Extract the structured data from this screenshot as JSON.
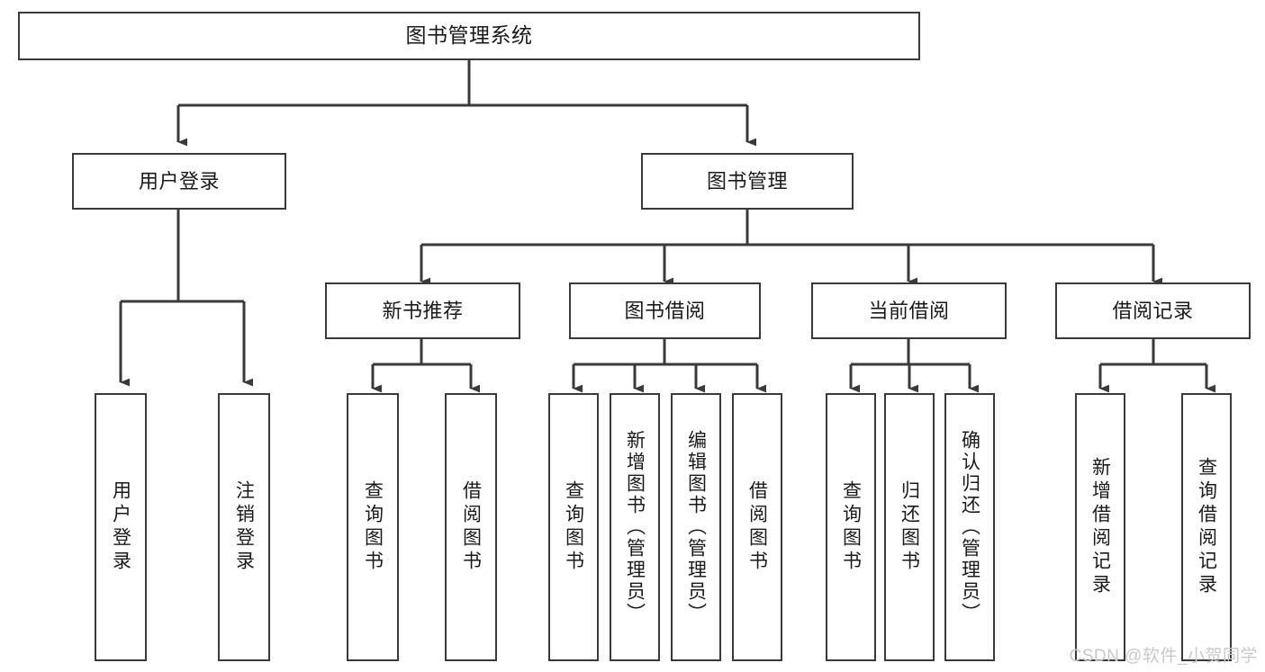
{
  "diagram": {
    "title": "图书管理系统",
    "type": "tree",
    "orientation": "top-down",
    "colors": {
      "box_border": "#3a3a3a",
      "box_fill": "#ffffff",
      "connector": "#3a3a3a",
      "text": "#1a1a1a",
      "watermark": "#c9c9c9",
      "background": "#ffffff"
    },
    "nodes": {
      "root": {
        "label": "图书管理系统"
      },
      "level2": [
        {
          "label": "用户登录"
        },
        {
          "label": "图书管理"
        }
      ],
      "level3": [
        {
          "label": "新书推荐"
        },
        {
          "label": "图书借阅"
        },
        {
          "label": "当前借阅"
        },
        {
          "label": "借阅记录"
        }
      ],
      "leaves": {
        "user_login": [
          {
            "label": "用户登录"
          },
          {
            "label": "注销登录"
          }
        ],
        "new_book_recommend": [
          {
            "label": "查询图书"
          },
          {
            "label": "借阅图书"
          }
        ],
        "book_borrow": [
          {
            "label": "查询图书"
          },
          {
            "label": "新增图书（管理员）"
          },
          {
            "label": "编辑图书（管理员）"
          },
          {
            "label": "借阅图书"
          }
        ],
        "current_borrow": [
          {
            "label": "查询图书"
          },
          {
            "label": "归还图书"
          },
          {
            "label": "确认归还（管理员）"
          }
        ],
        "borrow_record": [
          {
            "label": "新增借阅记录"
          },
          {
            "label": "查询借阅记录"
          }
        ]
      }
    }
  },
  "watermark": {
    "text": "CSDN @软件_小贺同学"
  }
}
